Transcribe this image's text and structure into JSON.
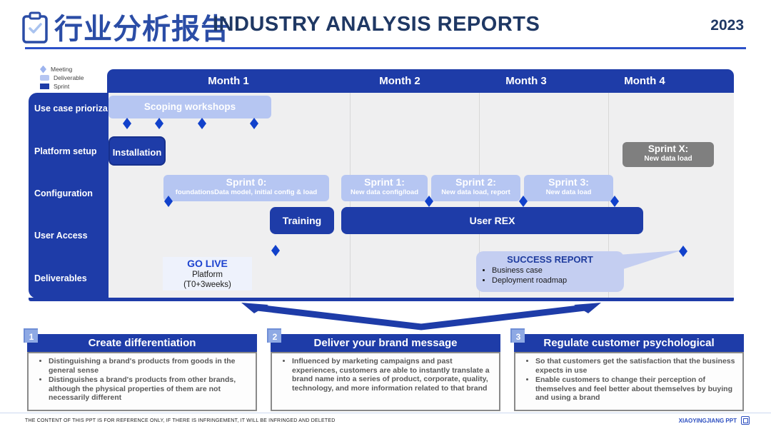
{
  "header": {
    "title_zh": "行业分析报告",
    "title_en": "INDUSTRY ANALYSIS REPORTS",
    "year": "2023"
  },
  "legend": {
    "items": [
      {
        "label": "Meeting"
      },
      {
        "label": "Deliverable"
      },
      {
        "label": "Sprint"
      }
    ]
  },
  "timeline": {
    "months": [
      "Month 1",
      "Month 2",
      "Month 3",
      "Month 4"
    ],
    "rows": [
      "Use case prioriza",
      "Platform setup",
      "Configuration",
      "User Access",
      "Deliverables"
    ],
    "scoping_label": "Scoping workshops",
    "installation_label": "Installation",
    "sprint_x": {
      "title": "Sprint X:",
      "subtitle": "New data load"
    },
    "sprint0": {
      "title": "Sprint 0:",
      "subtitle": "foundationsData model, initial config & load"
    },
    "sprint1": {
      "title": "Sprint 1:",
      "subtitle": "New data config/load"
    },
    "sprint2": {
      "title": "Sprint 2:",
      "subtitle": "New data load, report"
    },
    "sprint3": {
      "title": "Sprint 3:",
      "subtitle": "New data load"
    },
    "training_label": "Training",
    "user_rex_label": "User REX",
    "go_live": {
      "title": "GO LIVE",
      "line1": "Platform",
      "line2": "(T0+3weeks)"
    },
    "success_report": {
      "title": "SUCCESS REPORT",
      "bullets": [
        "Business case",
        "Deployment roadmap"
      ]
    }
  },
  "cards": [
    {
      "number": "1",
      "title": "Create differentiation",
      "bullets": [
        "Distinguishing a brand's products from goods in the general sense",
        "Distinguishes a brand's products from other brands, although the physical properties of them are not necessarily different"
      ]
    },
    {
      "number": "2",
      "title": "Deliver your brand message",
      "bullets": [
        "Influenced by marketing campaigns and past experiences, customers are able to instantly translate a brand name into a series of product, corporate, quality, technology, and more information related to that brand"
      ]
    },
    {
      "number": "3",
      "title": "Regulate customer psychological",
      "bullets": [
        "So that customers get the satisfaction that the business expects in use",
        "Enable customers to change their perception of themselves and feel better about themselves by buying and using a brand"
      ]
    }
  ],
  "footer": {
    "disclaimer": "THE CONTENT OF THIS PPT IS FOR REFERENCE ONLY, IF THERE IS INFRINGEMENT, IT WILL BE INFRINGED AND DELETED",
    "brand": "XIAOYINGJIANG PPT"
  },
  "colors": {
    "primary_blue": "#1e3ca8",
    "diamond_blue": "#1141cb",
    "light_bar": "#b6c6f2",
    "callout": "#c4cef1",
    "golive_bg": "#eef2fc",
    "sprint_gray": "#7f7f7f",
    "title_navy": "#1f3864",
    "title_zh_blue": "#2b4da6",
    "bullet_gray": "#595959"
  }
}
